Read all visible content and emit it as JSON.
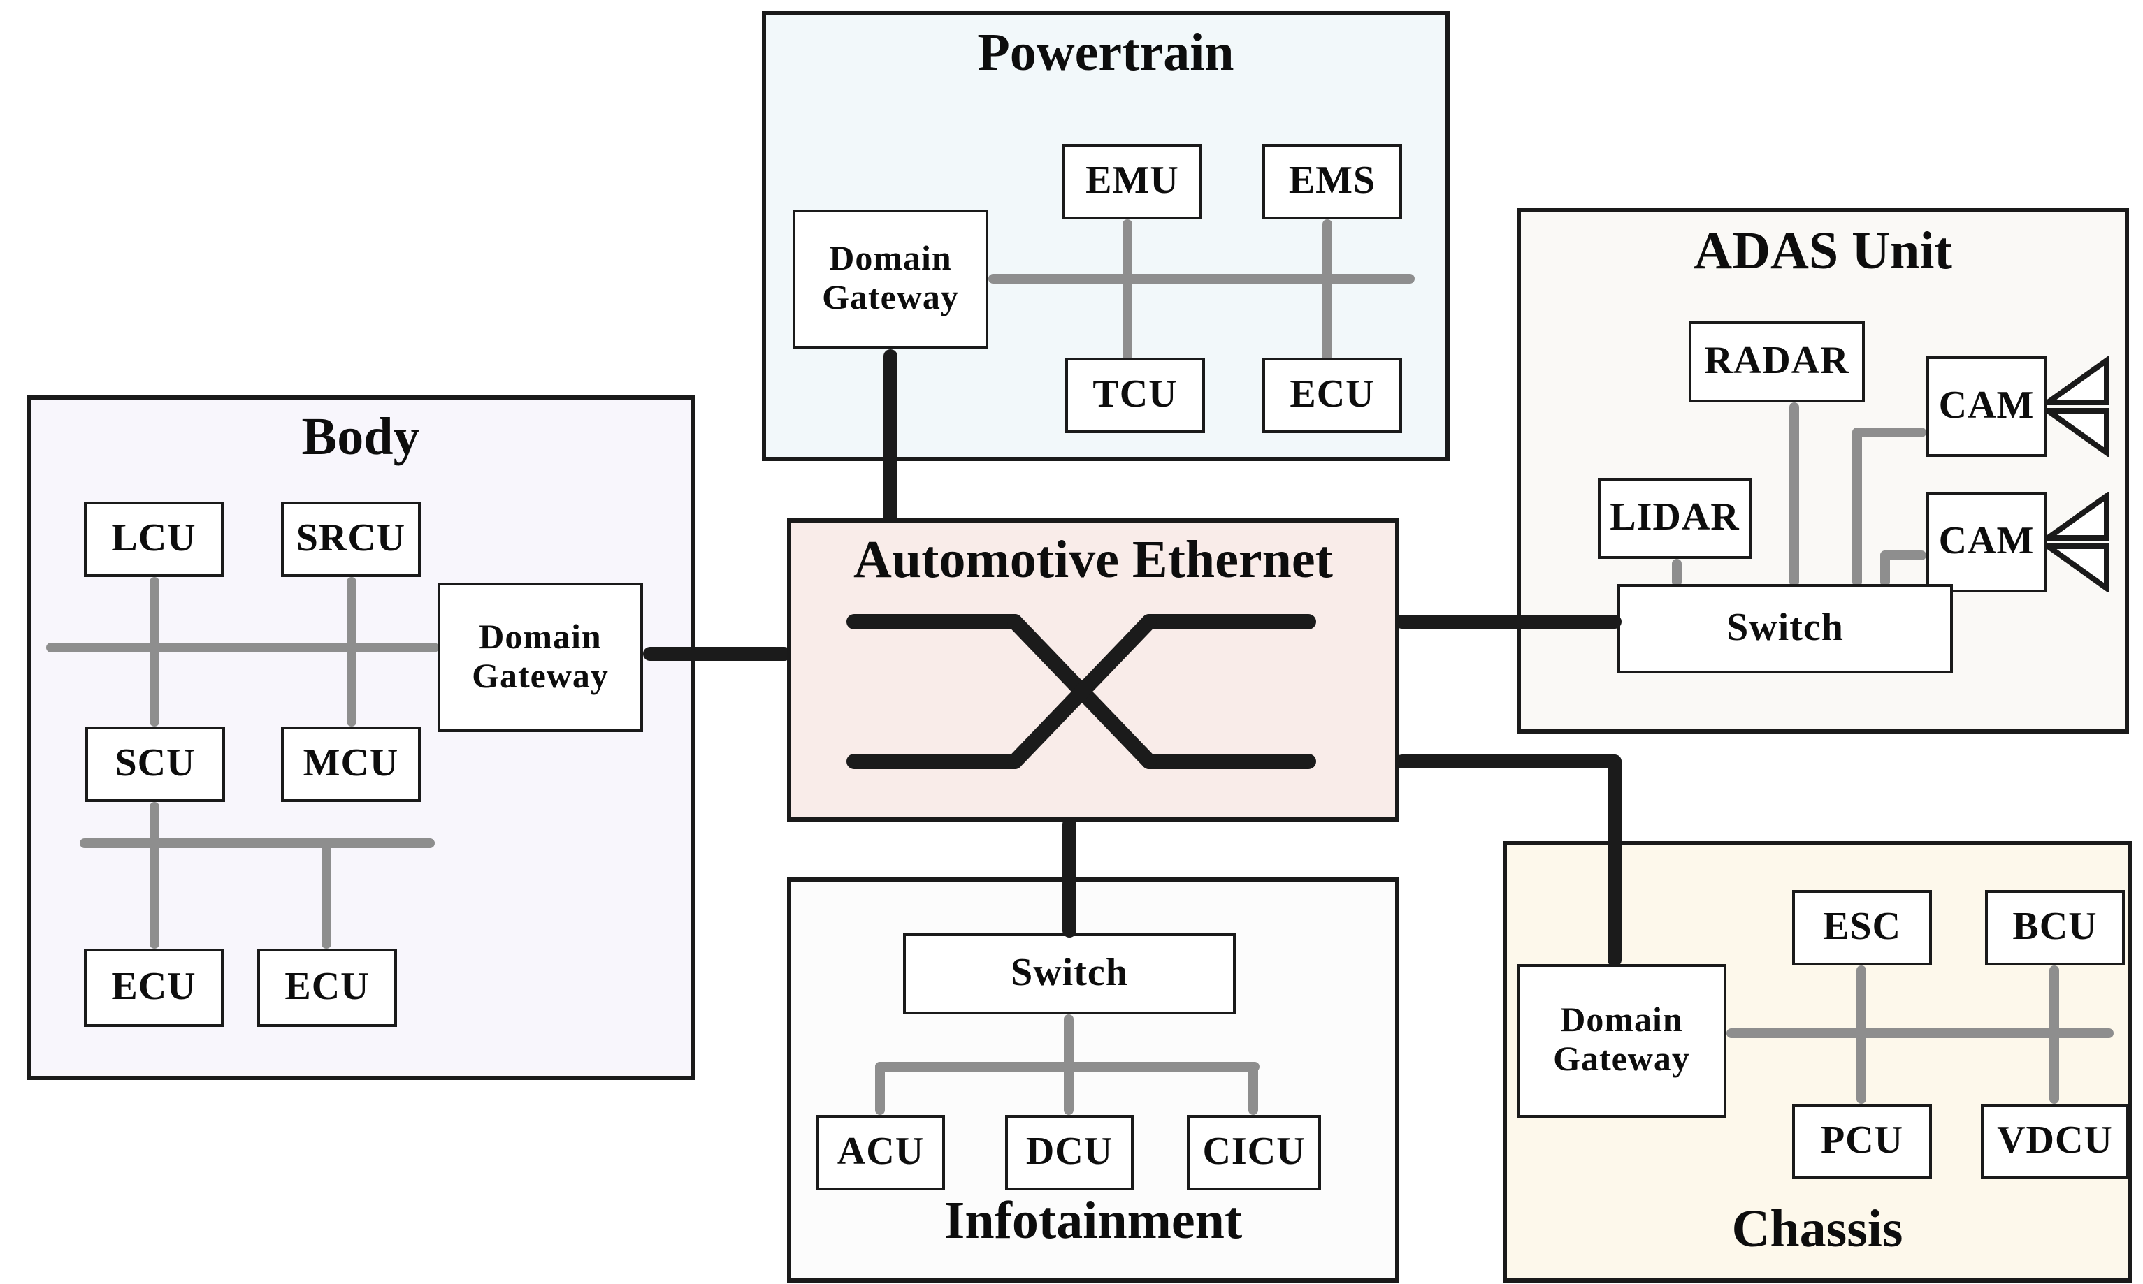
{
  "backbone": {
    "title": "Automotive Ethernet"
  },
  "domains": {
    "powertrain": {
      "title": "Powertrain",
      "gateway": "Domain\nGateway",
      "nodes": {
        "emu": "EMU",
        "ems": "EMS",
        "tcu": "TCU",
        "ecu": "ECU"
      }
    },
    "body": {
      "title": "Body",
      "gateway": "Domain\nGateway",
      "nodes": {
        "lcu": "LCU",
        "srcu": "SRCU",
        "scu": "SCU",
        "mcu": "MCU",
        "ecu1": "ECU",
        "ecu2": "ECU"
      }
    },
    "adas": {
      "title": "ADAS Unit",
      "nodes": {
        "radar": "RADAR",
        "lidar": "LIDAR",
        "cam1": "CAM",
        "cam2": "CAM",
        "switch": "Switch"
      }
    },
    "infotainment": {
      "title": "Infotainment",
      "nodes": {
        "switch": "Switch",
        "acu": "ACU",
        "dcu": "DCU",
        "cicu": "CICU"
      }
    },
    "chassis": {
      "title": "Chassis",
      "gateway": "Domain\nGateway",
      "nodes": {
        "esc": "ESC",
        "bcu": "BCU",
        "pcu": "PCU",
        "vdcu": "VDCU"
      }
    }
  },
  "colors": {
    "powertrain_bg": "#f2f8fa",
    "body_bg": "#f8f6fc",
    "ethernet_bg": "#f9ece9",
    "adas_bg": "#faf9f6",
    "infotainment_bg": "#fcfcfc",
    "chassis_bg": "#fdf8eb",
    "line_gray": "#8e8e8e",
    "line_black": "#1b1b1b",
    "border": "#1a1a1a"
  }
}
